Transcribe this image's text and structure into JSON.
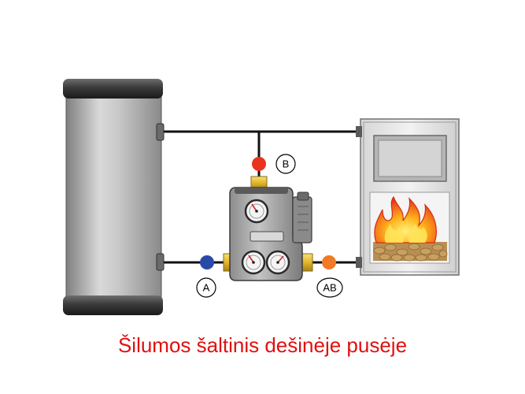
{
  "caption": {
    "text": "Šilumos šaltinis dešinėje pusėje",
    "color": "#e01010"
  },
  "connection_points": [
    {
      "label": "B",
      "color": "#e8341e"
    },
    {
      "label": "A",
      "color": "#2a4aa8"
    },
    {
      "label": "AB",
      "color": "#f07a28"
    }
  ],
  "components": {
    "tank": "storage-tank",
    "unit": "loading-unit-valve-pump",
    "source": "heat-source-boiler",
    "fuel": "pellets",
    "flame": "fire-icon"
  }
}
